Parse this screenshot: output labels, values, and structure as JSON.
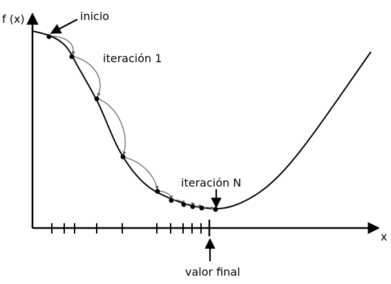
{
  "labels": {
    "y_axis": "f (x)",
    "x_axis": "x",
    "start": "inicio",
    "iteration_first": "iteración 1",
    "iteration_last": "iteración N",
    "final_value": "valor final"
  },
  "colors": {
    "curve": "#000000",
    "step_arrows": "#888888",
    "background": "#ffffff"
  }
}
